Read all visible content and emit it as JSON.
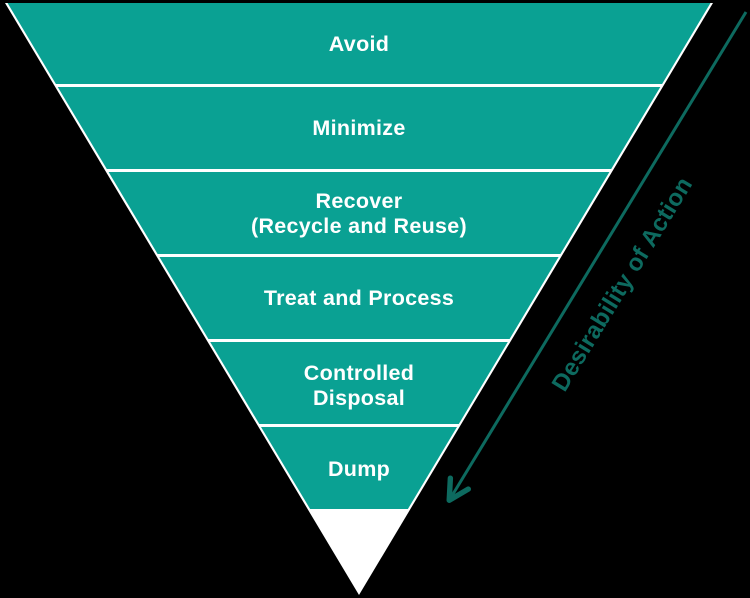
{
  "diagram": {
    "title": "waste-management-hierarchy-funnel"
  },
  "funnel": {
    "levels": [
      {
        "name": "avoid",
        "lines": [
          "Avoid"
        ]
      },
      {
        "name": "minimize",
        "lines": [
          "Minimize"
        ]
      },
      {
        "name": "recover",
        "lines": [
          "Recover",
          "(Recycle and Reuse)"
        ]
      },
      {
        "name": "treat-and-process",
        "lines": [
          "Treat and Process"
        ]
      },
      {
        "name": "controlled-disposal",
        "lines": [
          "Controlled",
          "Disposal"
        ]
      },
      {
        "name": "dump",
        "lines": [
          "Dump"
        ]
      }
    ],
    "axis_label": "Desirability of Action"
  },
  "colors": {
    "background": "#000000",
    "funnel_fill": "#0aa193",
    "edge_white": "#ffffff",
    "label_text": "#ffffff",
    "arrow": "#0d6a5f"
  }
}
